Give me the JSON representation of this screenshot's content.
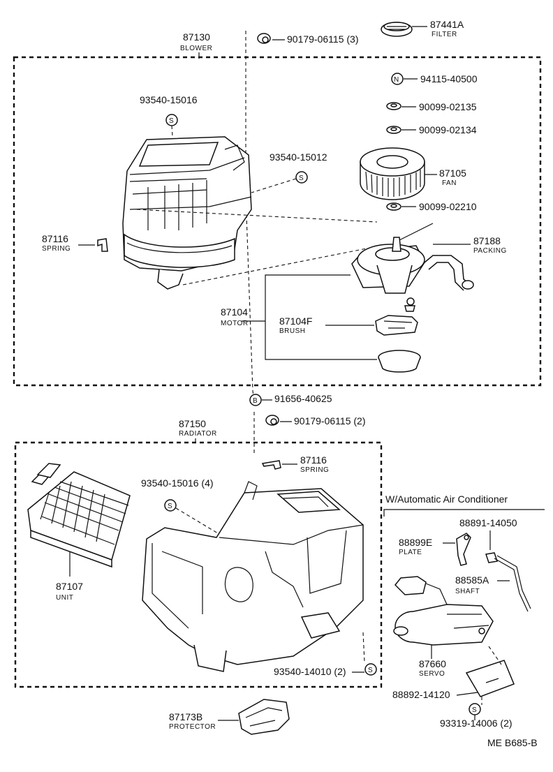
{
  "diagram_code": "ME B685-B",
  "top_group": {
    "number": "87130",
    "name": "BLOWER"
  },
  "bottom_group": {
    "number": "87150",
    "name": "RADIATOR"
  },
  "option_header": "W/Automatic Air Conditioner",
  "labels": {
    "filter_no": "87441A",
    "filter_name": "FILTER",
    "nut1": "90179-06115 (3)",
    "n_symbol": "N",
    "n_part": "94115-40500",
    "washer1": "90099-02135",
    "washer2": "90099-02134",
    "fan_no": "87105",
    "fan_name": "FAN",
    "washer3": "90099-02210",
    "screw_top": "93540-15016",
    "screw_mid": "93540-15012",
    "spring1_no": "87116",
    "spring1_name": "SPRING",
    "packing_no": "87188",
    "packing_name": "PACKING",
    "motor_no": "87104",
    "motor_name": "MOTOR",
    "brush_no": "87104F",
    "brush_name": "BRUSH",
    "bolt_symbol": "B",
    "bolt_part": "91656-40625",
    "nut2": "90179-06115 (2)",
    "spring2_no": "87116",
    "spring2_name": "SPRING",
    "screw_rad": "93540-15016 (4)",
    "unit_no": "87107",
    "unit_name": "UNIT",
    "screw_low": "93540-14010 (2)",
    "protector_no": "87173B",
    "protector_name": "PROTECTOR",
    "plate_no": "88899E",
    "plate_name": "PLATE",
    "clip": "88891-14050",
    "shaft_no": "88585A",
    "shaft_name": "SHAFT",
    "servo_no": "87660",
    "servo_name": "SERVO",
    "bracket": "88892-14120",
    "screw_servo": "93319-14006 (2)",
    "s_symbol": "S"
  }
}
